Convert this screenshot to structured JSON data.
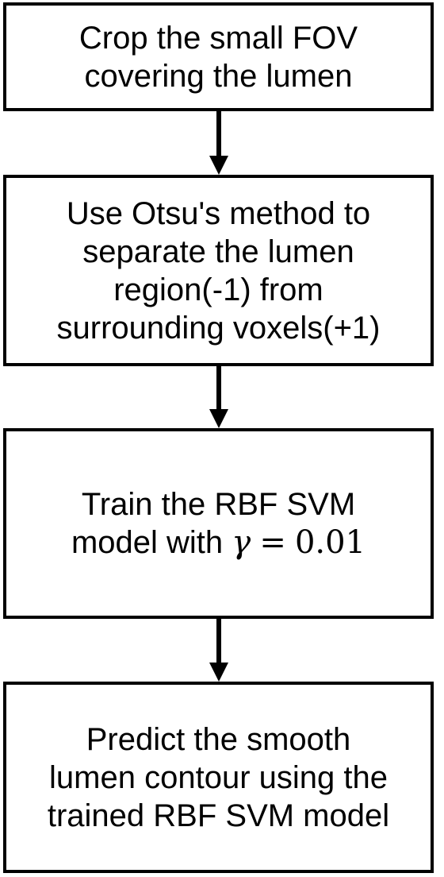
{
  "steps": [
    {
      "lines": [
        "Crop the small FOV",
        "covering the lumen"
      ]
    },
    {
      "lines": [
        "Use Otsu's method to",
        "separate the lumen",
        "region(-1) from",
        "surrounding voxels(+1)"
      ]
    },
    {
      "lines": [
        "Train the RBF SVM",
        "model with"
      ],
      "math": {
        "symbol": "γ",
        "operator": "=",
        "value": "0.01"
      }
    },
    {
      "lines": [
        "Predict the smooth",
        "lumen contour using the",
        "trained RBF SVM model"
      ]
    }
  ]
}
